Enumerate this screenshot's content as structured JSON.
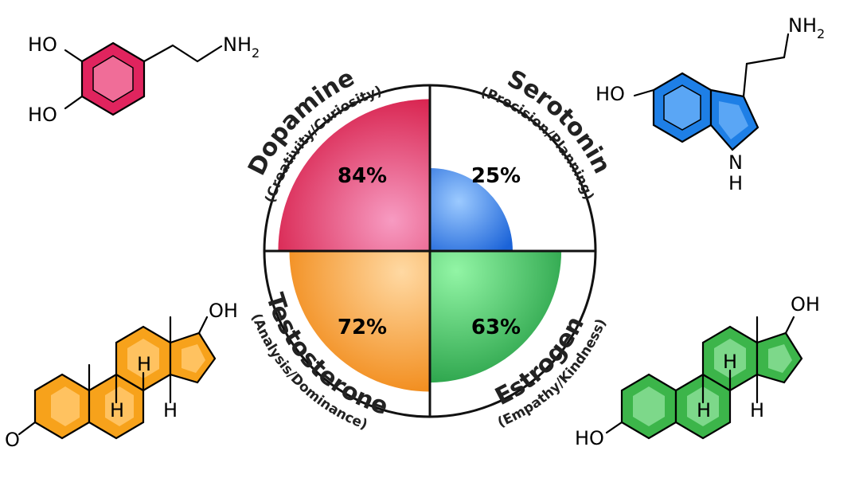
{
  "quadrants": [
    {
      "id": "dopamine",
      "name": "Dopamine",
      "traits": "(Creativity/Curiosity)",
      "percent": 84,
      "label": "84%",
      "color_light": "#f58fb8",
      "color_dark": "#d8184a"
    },
    {
      "id": "serotonin",
      "name": "Serotonin",
      "traits": "(Precision/Planning)",
      "percent": 25,
      "label": "25%",
      "color_light": "#8ec6ff",
      "color_dark": "#1f6fe0"
    },
    {
      "id": "testosterone",
      "name": "Testosterone",
      "traits": "(Analysis/Dominance)",
      "percent": 72,
      "label": "72%",
      "color_light": "#ffd49a",
      "color_dark": "#f08a10"
    },
    {
      "id": "estrogen",
      "name": "Estrogen",
      "traits": "(Empathy/Kindness)",
      "percent": 63,
      "label": "63%",
      "color_light": "#8ef2a0",
      "color_dark": "#25a046"
    }
  ],
  "molecules": {
    "dopamine": {
      "oh_top": "HO",
      "oh_bottom": "HO",
      "nh": "NH",
      "nh_sub": "2",
      "ring_color": "#e0245e"
    },
    "serotonin": {
      "ho": "HO",
      "nh": "NH",
      "nh_sub": "2",
      "ring_n": "N",
      "ring_h": "H",
      "ring_color": "#1e7fe6"
    },
    "testosterone": {
      "oh": "OH",
      "o": "O",
      "h1": "H",
      "h2": "H",
      "h3": "H",
      "ring_color": "#f7a21b"
    },
    "estrogen": {
      "oh": "OH",
      "ho": "HO",
      "h1": "H",
      "h2": "H",
      "h3": "H",
      "ring_color": "#3cb54a"
    }
  }
}
